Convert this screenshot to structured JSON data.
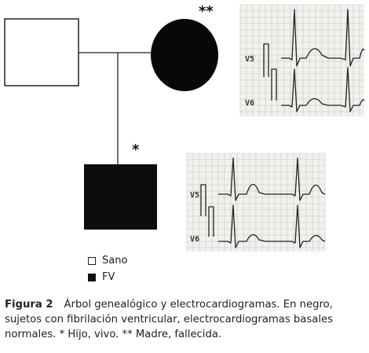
{
  "pedigree": {
    "proband_mark": "*",
    "mother_mark": "**"
  },
  "ecg_mother": {
    "lead_top": "V5",
    "lead_bottom": "V6"
  },
  "ecg_son": {
    "lead_top": "V5",
    "lead_bottom": "V6"
  },
  "legend": {
    "healthy": "Sano",
    "affected": "FV"
  },
  "caption": {
    "label": "Figura 2",
    "text": "Árbol genealógico y electrocardiogramas. En negro, sujetos con fibrilación ventricular, electrocardiogramas basales normales. * Hijo, vivo. ** Madre, fallecida."
  }
}
